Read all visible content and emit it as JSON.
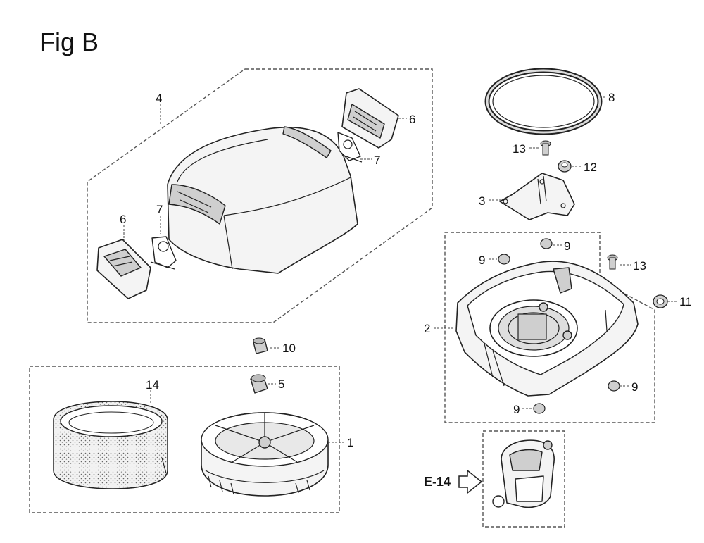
{
  "figure": {
    "title": "Fig B"
  },
  "callouts": {
    "c1": "1",
    "c2": "2",
    "c3": "3",
    "c4": "4",
    "c5": "5",
    "c6a": "6",
    "c6b": "6",
    "c7a": "7",
    "c7b": "7",
    "c8": "8",
    "c9a": "9",
    "c9b": "9",
    "c9c": "9",
    "c9d": "9",
    "c10": "10",
    "c11": "11",
    "c12": "12",
    "c13a": "13",
    "c13b": "13",
    "c14": "14"
  },
  "reference": {
    "label": "E-14"
  }
}
